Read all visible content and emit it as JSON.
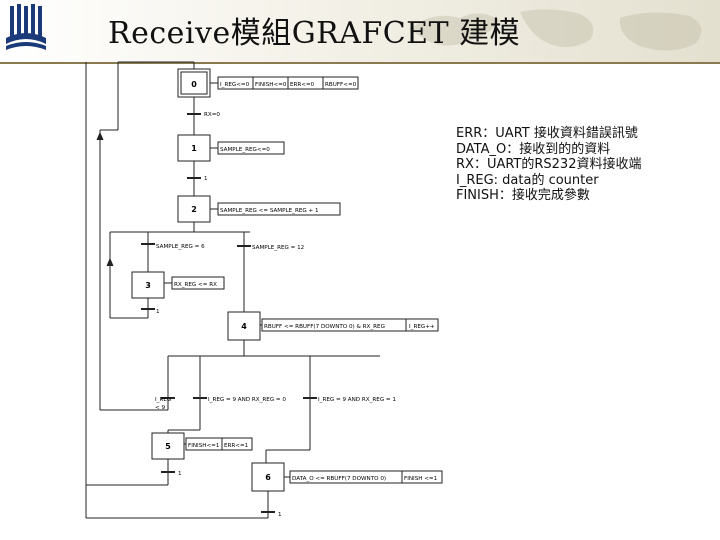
{
  "title": "Receive模組GRAFCET 建模",
  "legend": [
    "ERR：UART 接收資料錯誤訊號",
    "DATA_O：接收到的的資料",
    "RX：UART的RS232資料接收端",
    "I_REG: data的 counter",
    "FINISH：接收完成參數"
  ],
  "grafcet": {
    "steps": [
      {
        "num": "0",
        "actions": [
          "I_REG<=0",
          "FINISH<=0",
          "ERR<=0",
          "RBUFF<=0"
        ]
      },
      {
        "num": "1",
        "actions": [
          "SAMPLE_REG<=0"
        ]
      },
      {
        "num": "2",
        "actions": [
          "SAMPLE_REG <= SAMPLE_REG + 1"
        ]
      },
      {
        "num": "3",
        "actions": [
          "RX_REG <= RX"
        ]
      },
      {
        "num": "4",
        "actions": [
          "RBUFF <= RBUFF(7 DOWNTO 0) & RX_REG",
          "I_REG++"
        ]
      },
      {
        "num": "5",
        "actions": [
          "FINISH<=1",
          "ERR<=1"
        ]
      },
      {
        "num": "6",
        "actions": [
          "DATA_O <= RBUFF(7 DOWNTO 0)",
          "FINISH <=1"
        ]
      }
    ],
    "transitions": {
      "t0": "RX=0",
      "t1": "1",
      "t2a": "SAMPLE_REG = 6",
      "t2b": "SAMPLE_REG = 12",
      "t3": "1",
      "t4a_1": "I_REG",
      "t4a_2": "< 9",
      "t4b": "I_REG = 9 AND RX_REG = 0",
      "t4c": "I_REG = 9 AND RX_REG = 1",
      "t5": "1",
      "t6": "1"
    }
  }
}
